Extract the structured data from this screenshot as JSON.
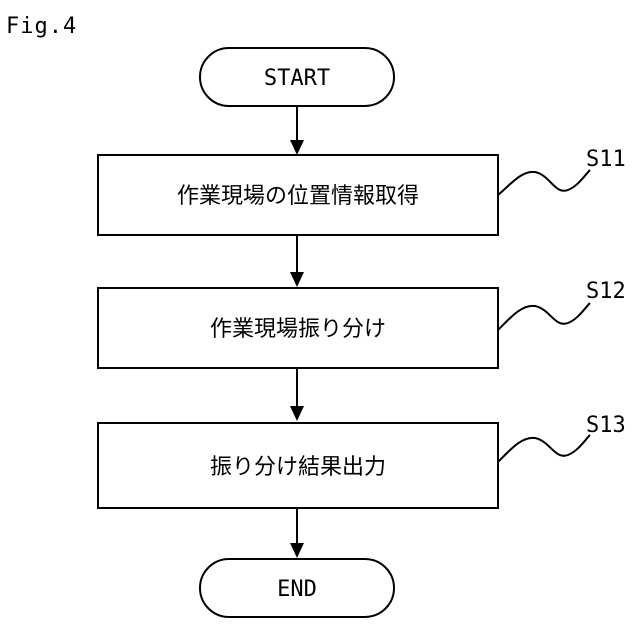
{
  "figure": {
    "label": "Fig.4"
  },
  "flow": {
    "start": "START",
    "end": "END",
    "steps": [
      {
        "id": "S11",
        "text": "作業現場の位置情報取得"
      },
      {
        "id": "S12",
        "text": "作業現場振り分け"
      },
      {
        "id": "S13",
        "text": "振り分け結果出力"
      }
    ]
  }
}
